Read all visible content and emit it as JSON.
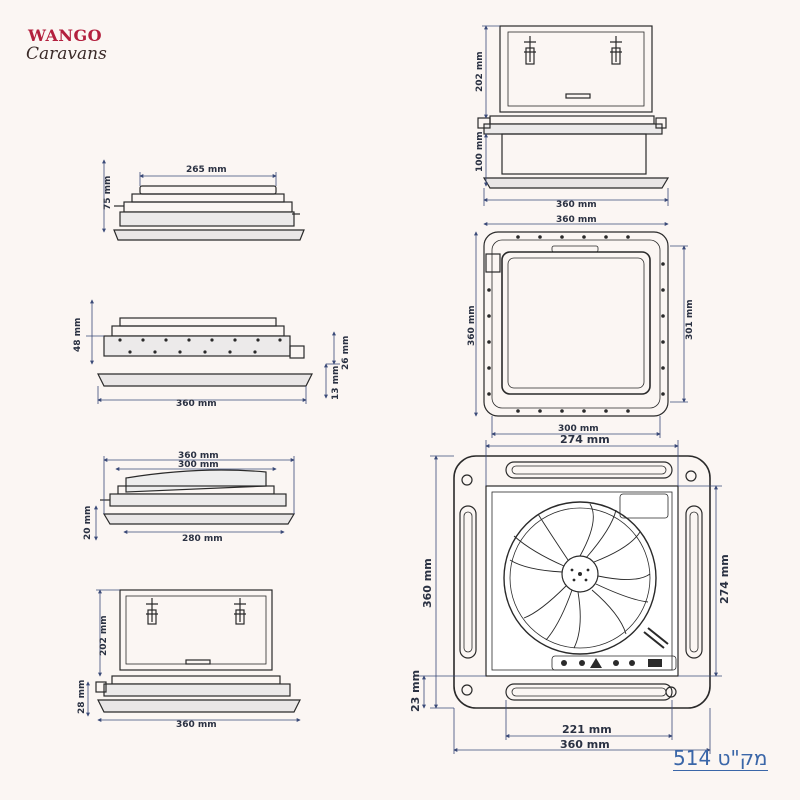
{
  "brand": {
    "line1": "WANGO",
    "line2": "Caravans"
  },
  "sku": "מק\"ט 514",
  "colors": {
    "line": "#2a2a2a",
    "dim": "#3a4a78",
    "brand": "#b3203e",
    "link": "#3a66a8"
  },
  "dims": {
    "d265": "265 mm",
    "d75": "75 mm",
    "d48": "48 mm",
    "d26": "26 mm",
    "d13": "13 mm",
    "d360a": "360 mm",
    "d360b": "360 mm",
    "d300a": "300 mm",
    "d20": "20 mm",
    "d280": "280 mm",
    "d202a": "202 mm",
    "d28": "28 mm",
    "d360c": "360 mm",
    "d202b": "202 mm",
    "d100": "100 mm",
    "d360d": "360 mm",
    "d360e": "360 mm",
    "d360f": "360 mm",
    "d301": "301 mm",
    "d300b": "300 mm",
    "d274a": "274 mm",
    "d360g": "360 mm",
    "d274b": "274 mm",
    "d23": "23 mm",
    "d221": "221 mm",
    "d360h": "360 mm"
  }
}
